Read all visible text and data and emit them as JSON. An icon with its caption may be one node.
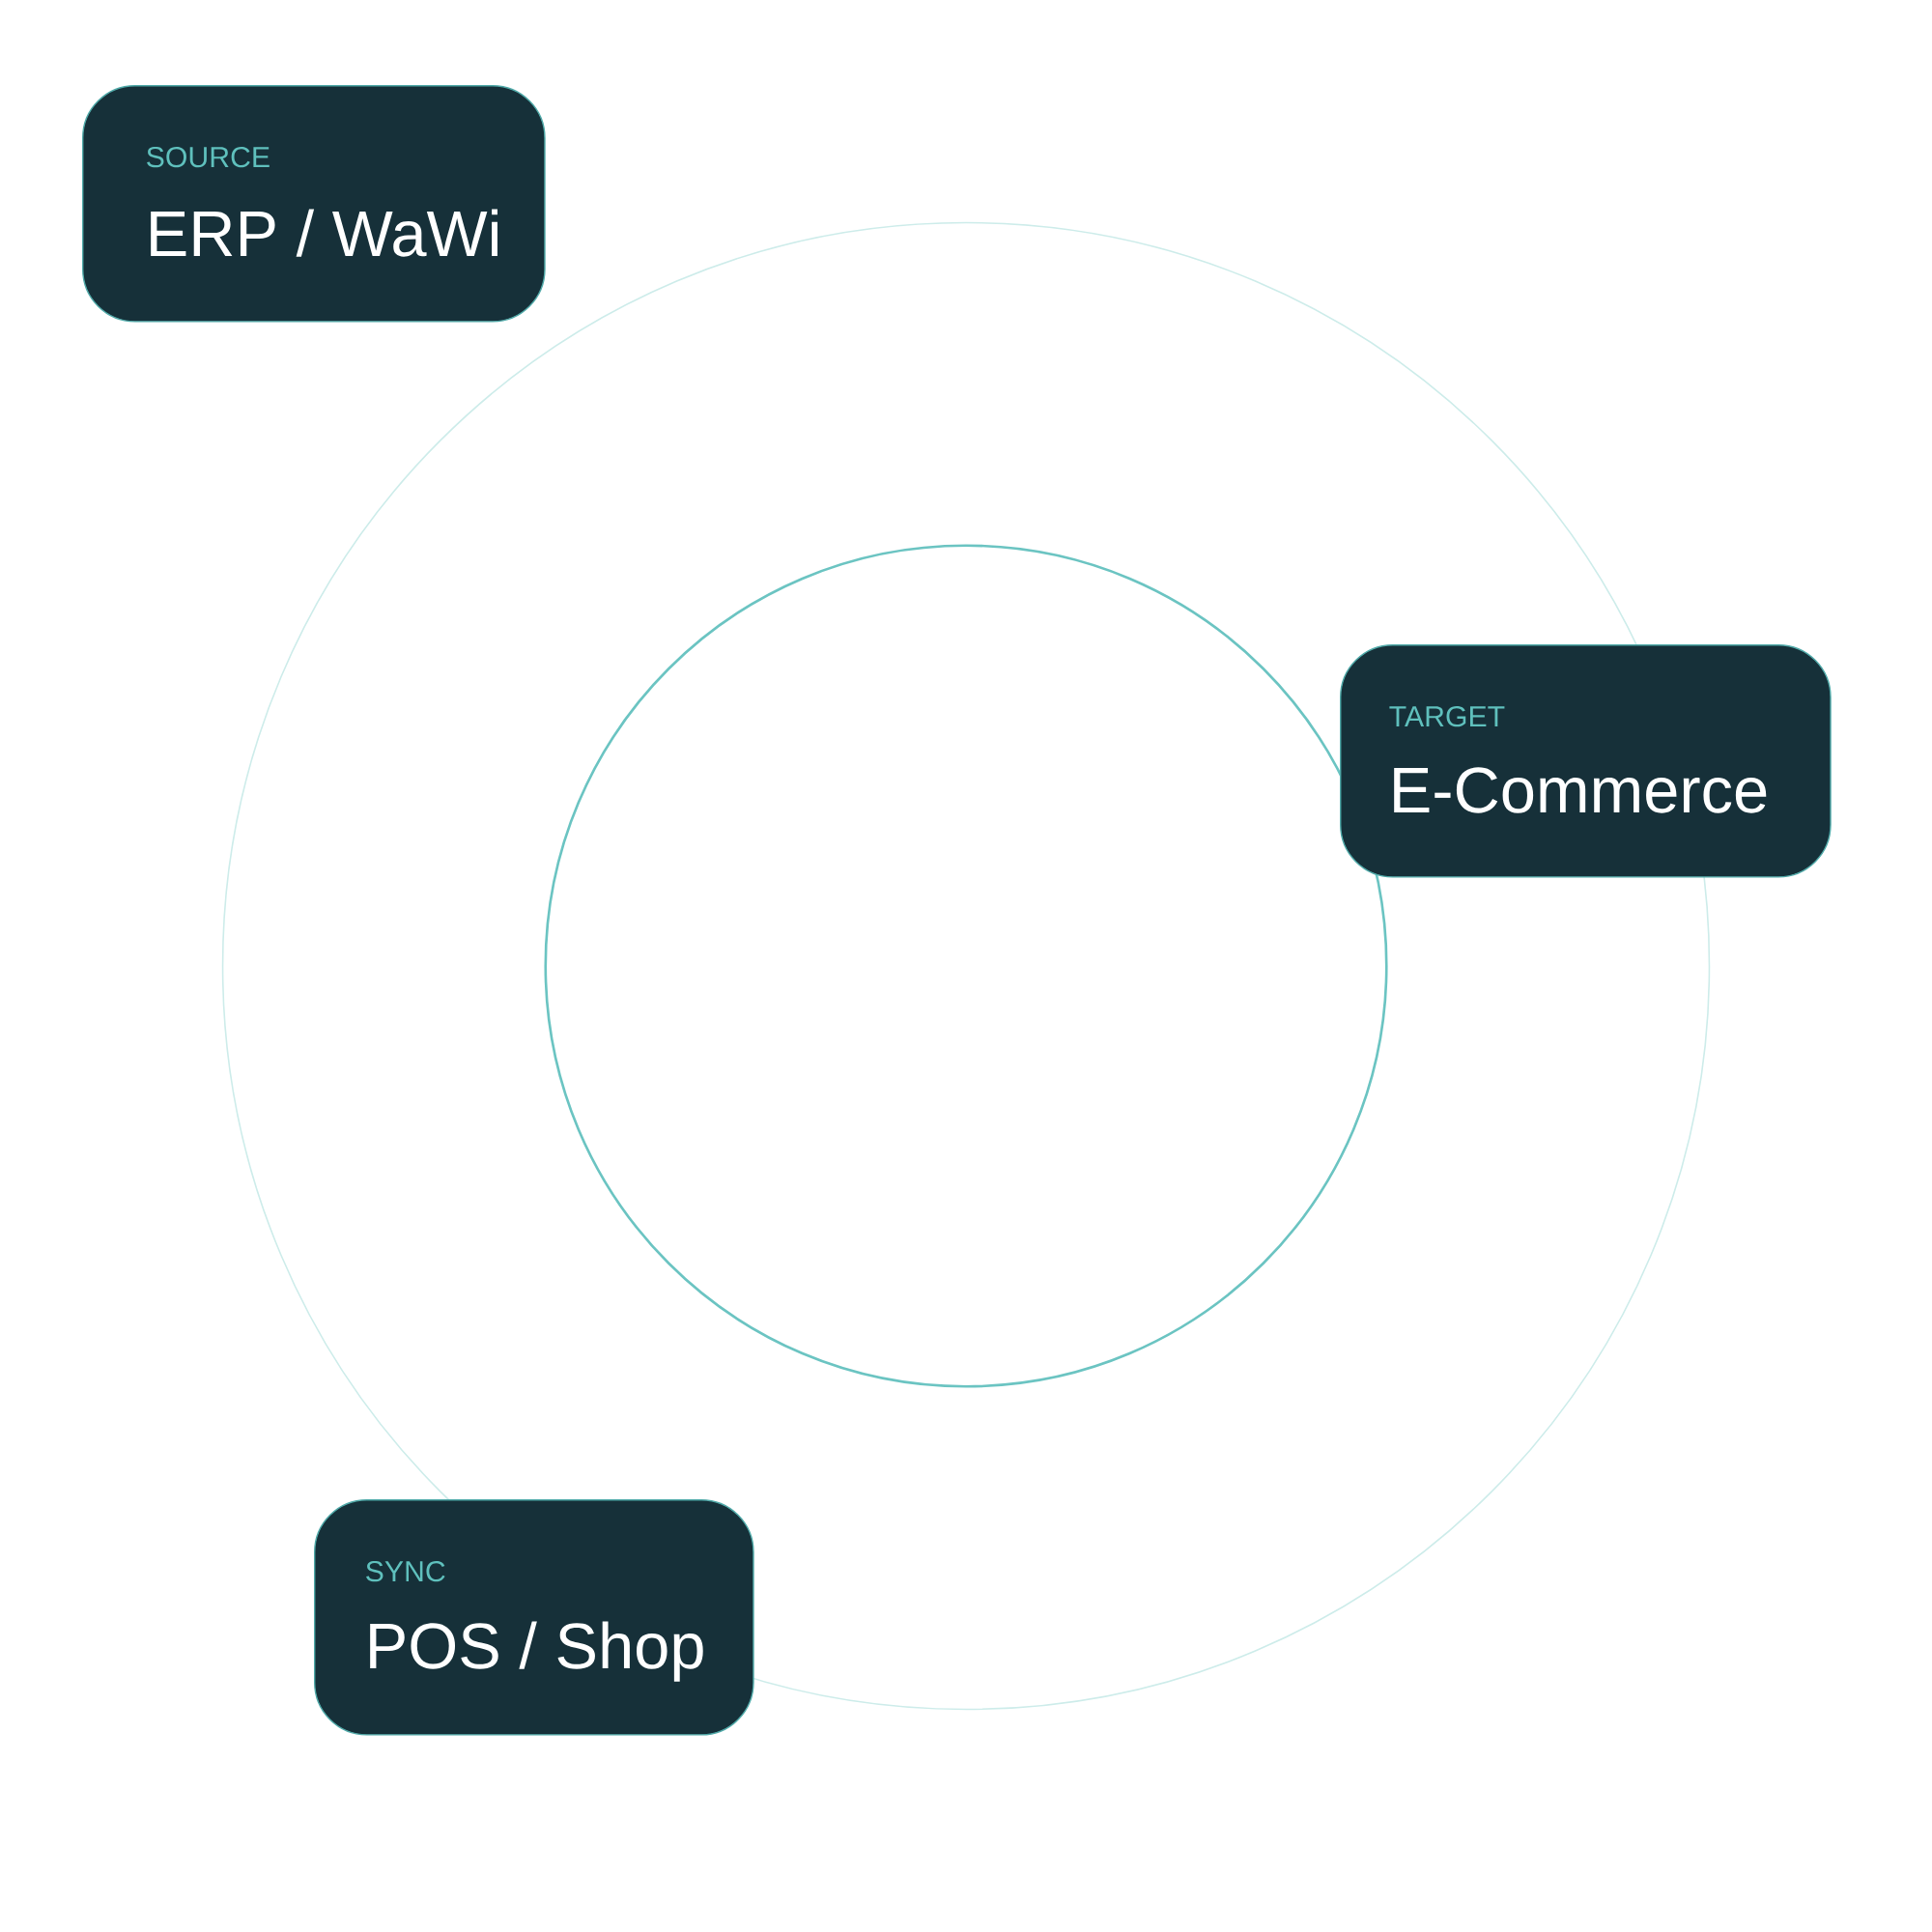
{
  "diagram": {
    "nodes": [
      {
        "text": [
          "SOURCE",
          "ERP / WaWi"
        ]
      },
      {
        "text": [
          "TARGET",
          "E-Commerce"
        ]
      },
      {
        "text": [
          "SYNC",
          "POS / Shop"
        ]
      }
    ]
  }
}
